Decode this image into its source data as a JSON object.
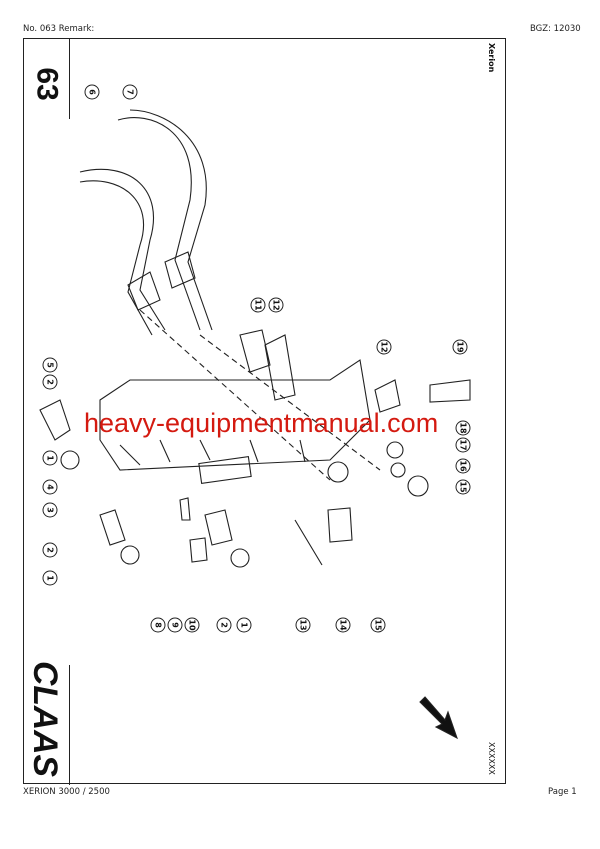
{
  "header": {
    "left": "No. 063   Remark:",
    "right": "BGZ: 12030"
  },
  "footer": {
    "left": "XERION 3000 / 2500",
    "right": "Page 1"
  },
  "frame": {
    "page_number": "63",
    "model_label": "Xerion",
    "code": "XXXXXX",
    "logo": "CLAAS"
  },
  "watermark": {
    "text": "heavy-equipmentmanual.com",
    "color": "#d41a10"
  },
  "callouts": [
    "6",
    "7",
    "5",
    "2",
    "1",
    "4",
    "3",
    "2",
    "1",
    "11",
    "12",
    "12",
    "19",
    "18",
    "17",
    "16",
    "15",
    "8",
    "9",
    "10",
    "2",
    "1",
    "13",
    "14",
    "15"
  ]
}
